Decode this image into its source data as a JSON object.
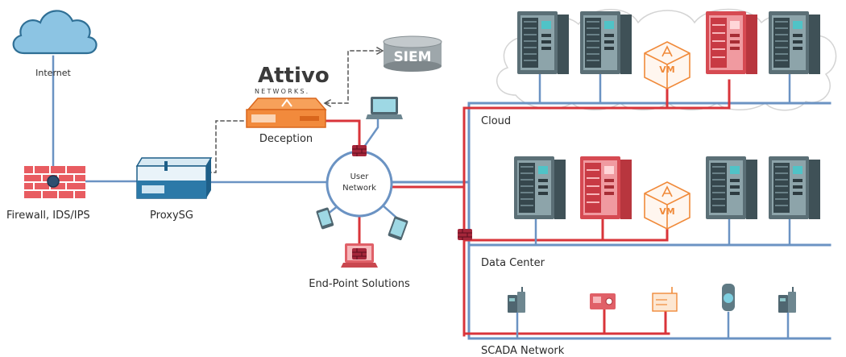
{
  "nodes": {
    "internet": "Internet",
    "firewall": "Firewall, IDS/IPS",
    "proxysg": "ProxySG",
    "deception": "Deception",
    "siem": "SIEM",
    "user_network": [
      "User",
      "Network"
    ],
    "endpoint": "End-Point Solutions",
    "cloud": "Cloud",
    "data_center": "Data Center",
    "scada": "SCADA Network",
    "vm_badge": "VM"
  },
  "logo": {
    "brand": "Attivo",
    "sub": "NETWORKS."
  },
  "colors": {
    "link_blue": "#6b93c3",
    "link_red": "#d9343a",
    "server_teal": "#3d8a8f",
    "server_dark": "#4b5f66",
    "decoy_red": "#e06068",
    "decoy_orange": "#f28a3c",
    "firewall_red": "#e2575d",
    "proxy_blue": "#2f7aa6",
    "cloud_fill": "#7fb7da",
    "dash_gray": "#555555"
  }
}
